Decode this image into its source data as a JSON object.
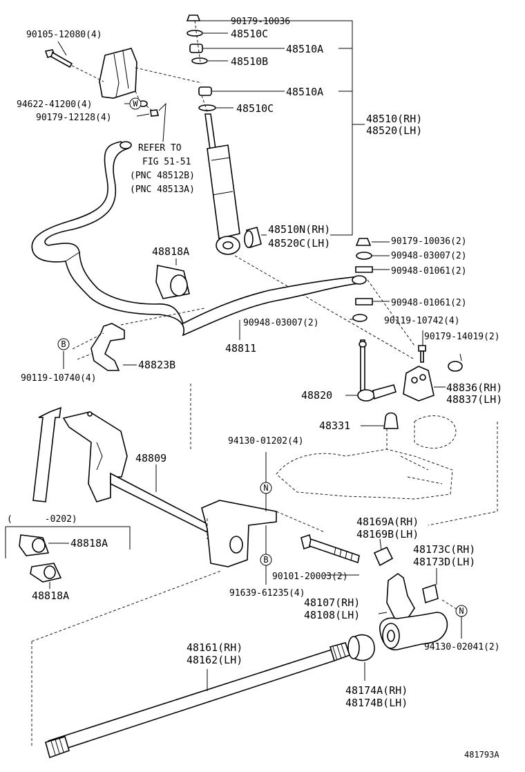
{
  "diagram_id": "481793A",
  "labels": {
    "p_90179_10036_top": "90179-10036",
    "p_48510C_a": "48510C",
    "p_48510A_a": "48510A",
    "p_48510B": "48510B",
    "p_48510A_b": "48510A",
    "p_48510C_b": "48510C",
    "p_48510_rh": "48510(RH)",
    "p_48520_lh": "48520(LH)",
    "p_90105_12080": "90105-12080(4)",
    "p_94622_41200": "94622-41200(4)",
    "p_90179_12128": "90179-12128(4)",
    "ref_1": "REFER TO",
    "ref_2": "FIG 51-51",
    "ref_3": "(PNC 48512B)",
    "ref_4": "(PNC 48513A)",
    "p_48510N_rh": "48510N(RH)",
    "p_48520C_lh": "48520C(LH)",
    "p_90179_10036_2": "90179-10036(2)",
    "p_90948_03007_2a": "90948-03007(2)",
    "p_90948_01061_2a": "90948-01061(2)",
    "p_90948_01061_2b": "90948-01061(2)",
    "p_48818A_top": "48818A",
    "p_90948_03007_2b": "90948-03007(2)",
    "p_90119_10742": "90119-10742(4)",
    "p_90179_14019": "90179-14019(2)",
    "p_48811": "48811",
    "p_48823B": "48823B",
    "p_90119_10740": "90119-10740(4)",
    "p_48820": "48820",
    "p_48836_rh": "48836(RH)",
    "p_48837_lh": "48837(LH)",
    "p_48331": "48331",
    "p_94130_01202": "94130-01202(4)",
    "p_48809": "48809",
    "range_note": "(      -0202)",
    "p_48818A_mid": "48818A",
    "p_48818A_bot": "48818A",
    "p_48169A_rh": "48169A(RH)",
    "p_48169B_lh": "48169B(LH)",
    "p_48173C_rh": "48173C(RH)",
    "p_48173D_lh": "48173D(LH)",
    "p_90101_20003": "90101-20003(2)",
    "p_91639_61235": "91639-61235(4)",
    "p_48107_rh": "48107(RH)",
    "p_48108_lh": "48108(LH)",
    "p_94130_02041": "94130-02041(2)",
    "p_48161_rh": "48161(RH)",
    "p_48162_lh": "48162(LH)",
    "p_48174A_rh": "48174A(RH)",
    "p_48174B_lh": "48174B(LH)"
  },
  "markers": {
    "w": "W",
    "b": "B",
    "n": "N"
  }
}
